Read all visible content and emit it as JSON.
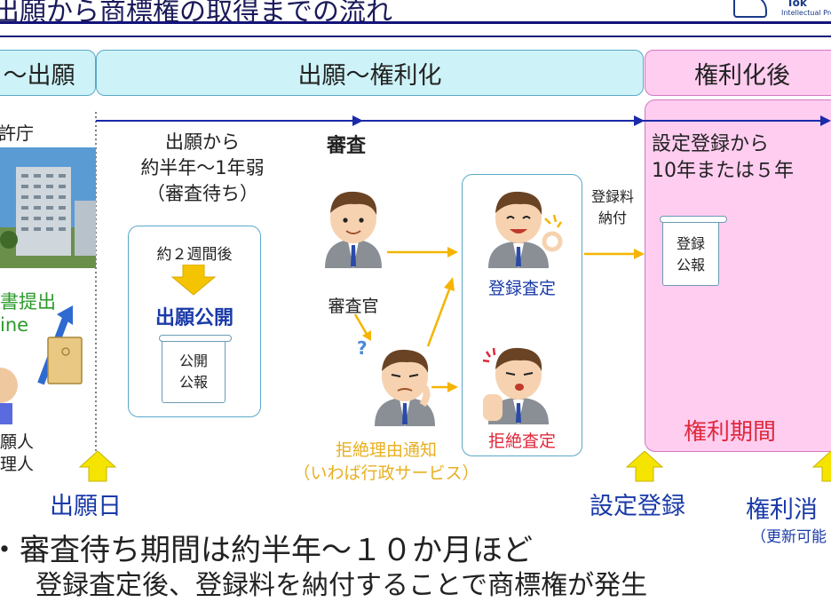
{
  "title": "出願から商標権の取得までの流れ",
  "logo": {
    "text1": "Tok",
    "text2": "Intellectual Pro"
  },
  "phases": {
    "left": "～出願",
    "middle": "出願～権利化",
    "right": "権利化後"
  },
  "office_label": "許庁",
  "submit": {
    "line1": "書提出",
    "line2": "ine"
  },
  "applicant": {
    "line1": "願人",
    "line2": "理人"
  },
  "wait": {
    "line1": "出願から",
    "line2": "約半年～1年弱",
    "line3": "（審査待ち）"
  },
  "publish_box": {
    "after": "約２週間後",
    "title": "出願公開",
    "doc_line1": "公開",
    "doc_line2": "公報"
  },
  "exam": {
    "heading": "審査",
    "examiner": "審査官",
    "registration_decision": "登録査定",
    "rejection_decision": "拒絶査定"
  },
  "notice": {
    "line1": "拒絶理由通知",
    "line2": "（いわば行政サービス）"
  },
  "fee": {
    "line1": "登録料",
    "line2": "納付"
  },
  "after_reg": {
    "line1": "設定登録から",
    "line2": "10年または５年",
    "doc_line1": "登録",
    "doc_line2": "公報",
    "period": "権利期間"
  },
  "milestones": {
    "filing": "出願日",
    "registration": "設定登録",
    "expiry": "権利消",
    "expiry_note": "（更新可能"
  },
  "bullets": {
    "b1": "・審査待ち期間は約半年～１０か月ほど",
    "b2": "登録査定後、登録料を納付することで商標権が発生"
  },
  "colors": {
    "navy": "#14147a",
    "cyan_bg": "#cdf3f8",
    "pink_bg": "#ffcdf0",
    "red": "#e0283c",
    "blue_text": "#1a3aa8",
    "orange": "#f5b400",
    "yellow_text": "#e8b020"
  },
  "icons": {
    "arrow_up": "yellow-up-arrow-icon",
    "arrow_right": "yellow-right-arrow-icon",
    "timeline": "blue-timeline-arrow-icon"
  }
}
